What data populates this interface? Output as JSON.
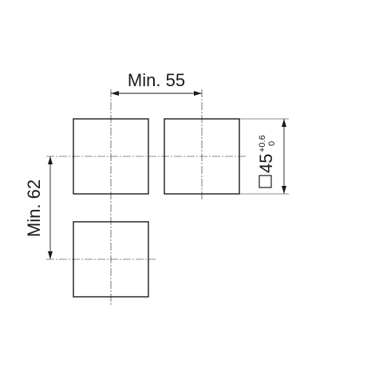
{
  "diagram": {
    "horizontal_pitch_label": "Min. 55",
    "vertical_pitch_label": "Min. 62",
    "size": {
      "value": "45",
      "upper_tolerance": "+0.6",
      "lower_tolerance": "0"
    },
    "square_symbol": "square-symbol",
    "colors": {
      "line": "#1a1a1a",
      "background": "#ffffff"
    }
  }
}
